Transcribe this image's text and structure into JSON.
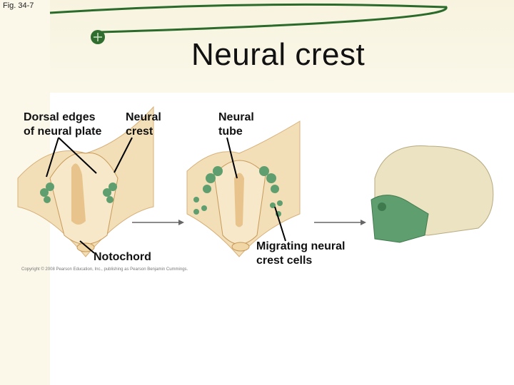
{
  "figure_label": "Fig. 34-7",
  "title": "Neural crest",
  "labels": {
    "dorsal_edges": "Dorsal edges\nof neural plate",
    "neural_crest": "Neural\ncrest",
    "neural_tube": "Neural\ntube",
    "notochord": "Notochord",
    "migrating": "Migrating neural\ncrest cells"
  },
  "copyright": "Copyright © 2008 Pearson Education, Inc., publishing as Pearson Benjamin Cummings.",
  "colors": {
    "green": "#5f9e6e",
    "tan": "#e8c48c",
    "bone": "#ece3c2",
    "accent_line": "#2a6a2a"
  }
}
